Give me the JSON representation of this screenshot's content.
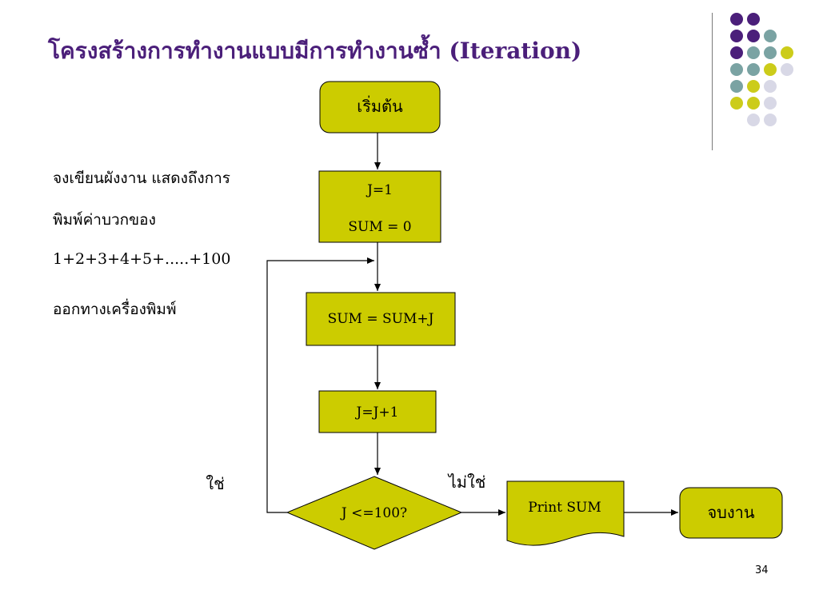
{
  "slide": {
    "title": "โครงสร้างการทำงานแบบมีการทำงานซ้ำ (Iteration)",
    "page_number": "34"
  },
  "description": {
    "line1": "จงเขียนผังงาน แสดงถึงการ",
    "line2": "พิมพ์ค่าบวกของ",
    "line3": "1+2+3+4+5+.....+100",
    "line4": "ออกทางเครื่องพิมพ์"
  },
  "flowchart": {
    "start": "เริ่มต้น",
    "init_j": "J=1",
    "init_sum": "SUM = 0",
    "accumulate": "SUM = SUM+J",
    "increment": "J=J+1",
    "condition": "J <=100?",
    "output": "Print SUM",
    "end": "จบงาน",
    "yes_label": "ใช่",
    "no_label": "ไม่ใช่"
  },
  "colors": {
    "title": "#4b1f7a",
    "node_fill": "#cccc00",
    "dot_purple": "#4b1f7a",
    "dot_teal": "#7aa3a3",
    "dot_yellow": "#cccc1a",
    "dot_lavender": "#d8d8e6"
  },
  "decor": {
    "dot_grid": [
      [
        "purple",
        "purple",
        "none",
        "none"
      ],
      [
        "purple",
        "purple",
        "teal",
        "none"
      ],
      [
        "purple",
        "teal",
        "teal",
        "yellow"
      ],
      [
        "teal",
        "teal",
        "yellow",
        "lavender"
      ],
      [
        "teal",
        "yellow",
        "lavender",
        "none"
      ],
      [
        "yellow",
        "yellow",
        "lavender",
        "none"
      ],
      [
        "none",
        "lavender",
        "lavender",
        "none"
      ]
    ]
  }
}
